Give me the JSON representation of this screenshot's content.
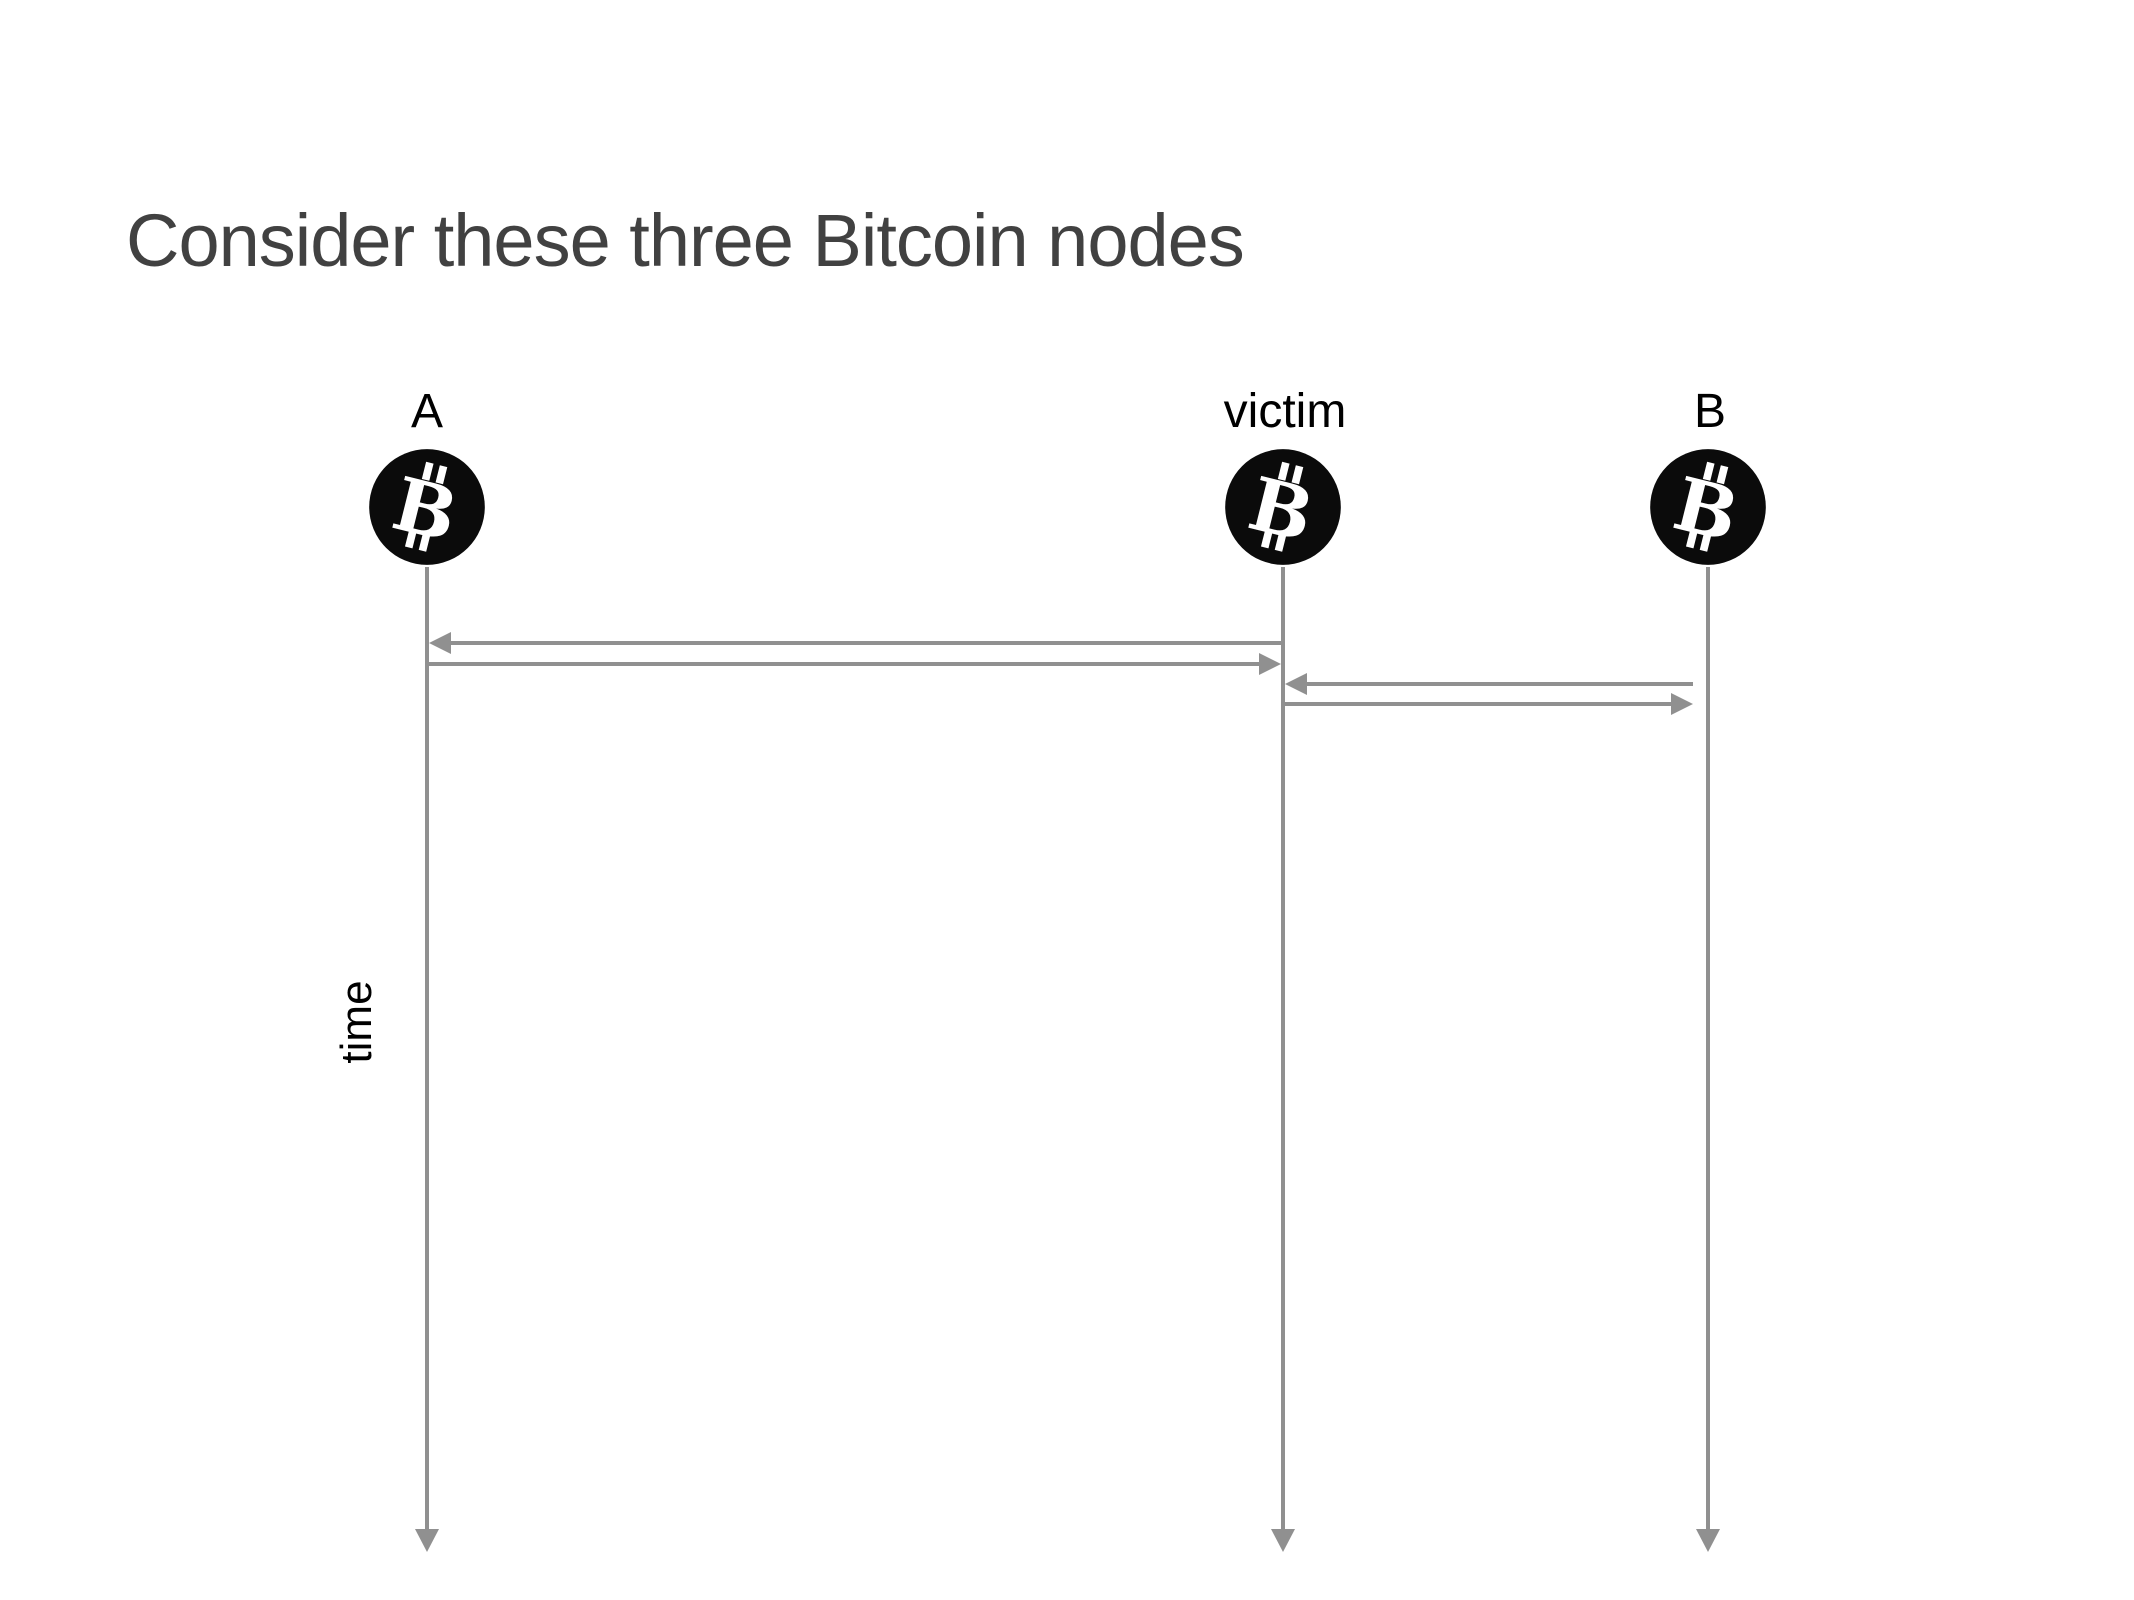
{
  "slide": {
    "title": "Consider these three Bitcoin nodes"
  },
  "time_axis": {
    "label": "time"
  },
  "nodes": [
    {
      "id": "A",
      "label": "A",
      "icon": "bitcoin-icon"
    },
    {
      "id": "victim",
      "label": "victim",
      "icon": "bitcoin-icon"
    },
    {
      "id": "B",
      "label": "B",
      "icon": "bitcoin-icon"
    }
  ],
  "messages": [
    {
      "from": "victim",
      "to": "A",
      "direction": "left"
    },
    {
      "from": "A",
      "to": "victim",
      "direction": "right"
    },
    {
      "from": "B",
      "to": "victim",
      "direction": "left"
    },
    {
      "from": "victim",
      "to": "B",
      "direction": "right"
    }
  ],
  "colors": {
    "background": "#ffffff",
    "title_text": "#414141",
    "node_label_text": "#000000",
    "line": "#909090",
    "icon_background": "#0b0b0b",
    "icon_glyph": "#ffffff"
  }
}
